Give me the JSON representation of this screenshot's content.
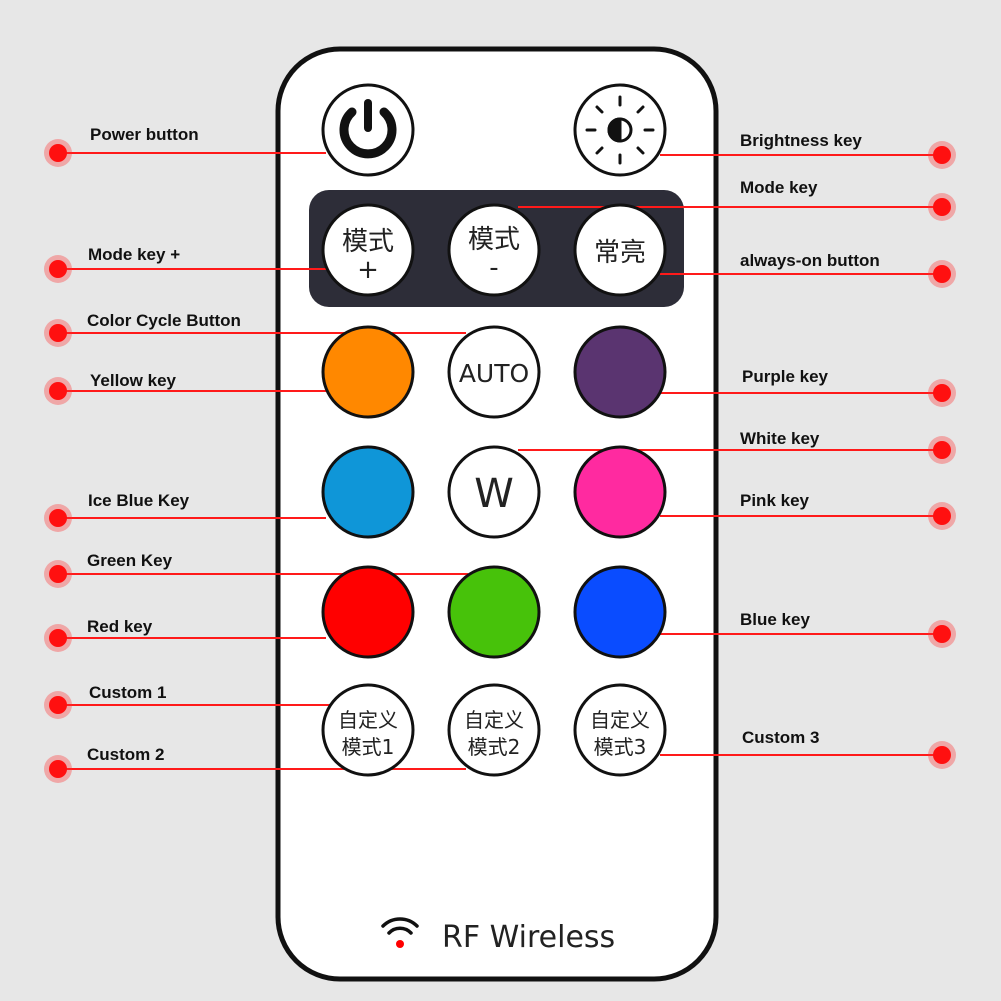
{
  "labels": {
    "power": "Power button",
    "mode_plus": "Mode key +",
    "color_cycle": "Color Cycle Button",
    "yellow": "Yellow key",
    "ice_blue": "Ice Blue Key",
    "green": "Green Key",
    "red": "Red key",
    "custom1": "Custom 1",
    "custom2": "Custom 2",
    "brightness": "Brightness key",
    "mode": "Mode key",
    "always_on": "always-on button",
    "purple": "Purple key",
    "white": "White key",
    "pink": "Pink key",
    "blue": "Blue key",
    "custom3": "Custom 3"
  },
  "buttons": {
    "mode_plus": [
      "模式",
      "+"
    ],
    "mode_minus": [
      "模式",
      "-"
    ],
    "always_on": "常亮",
    "auto": "AUTO",
    "white": "W",
    "custom1": [
      "自定义",
      "模式1"
    ],
    "custom2": [
      "自定义",
      "模式2"
    ],
    "custom3": [
      "自定义",
      "模式3"
    ]
  },
  "colors": {
    "orange": "#ff8800",
    "purple": "#5a3470",
    "ice_blue": "#0f96d8",
    "pink": "#ff2aa0",
    "red": "#ff0000",
    "green": "#47c20a",
    "blue": "#0a4cff",
    "panel": "#2d2d38",
    "callout": "#ff1a1a"
  },
  "footer": {
    "brand": "RF Wireless",
    "icon": "wifi-signal-icon"
  }
}
